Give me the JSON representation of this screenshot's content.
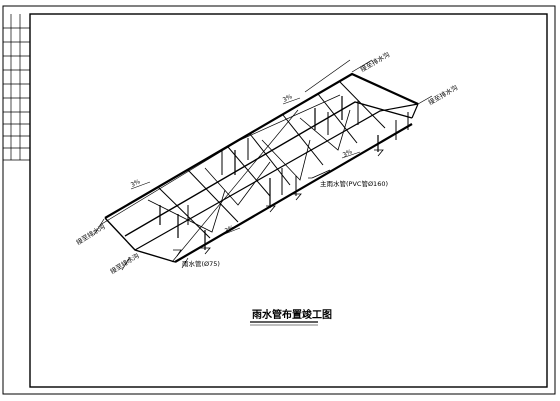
{
  "drawing": {
    "title": "雨水管布置竣工图"
  },
  "labels": {
    "pipe_main": "主雨水管(PVC管Ø160)",
    "pipe_branch": "雨水管(Ø75)",
    "ditch_left_top": "接至排水沟",
    "ditch_left_bottom": "接至排水沟",
    "ditch_right_top": "接至排水沟",
    "ditch_right_mid": "接至排水沟"
  },
  "slopes": {
    "s1": "3%",
    "s2": "3%",
    "s3": "3%",
    "s4": "3%"
  }
}
